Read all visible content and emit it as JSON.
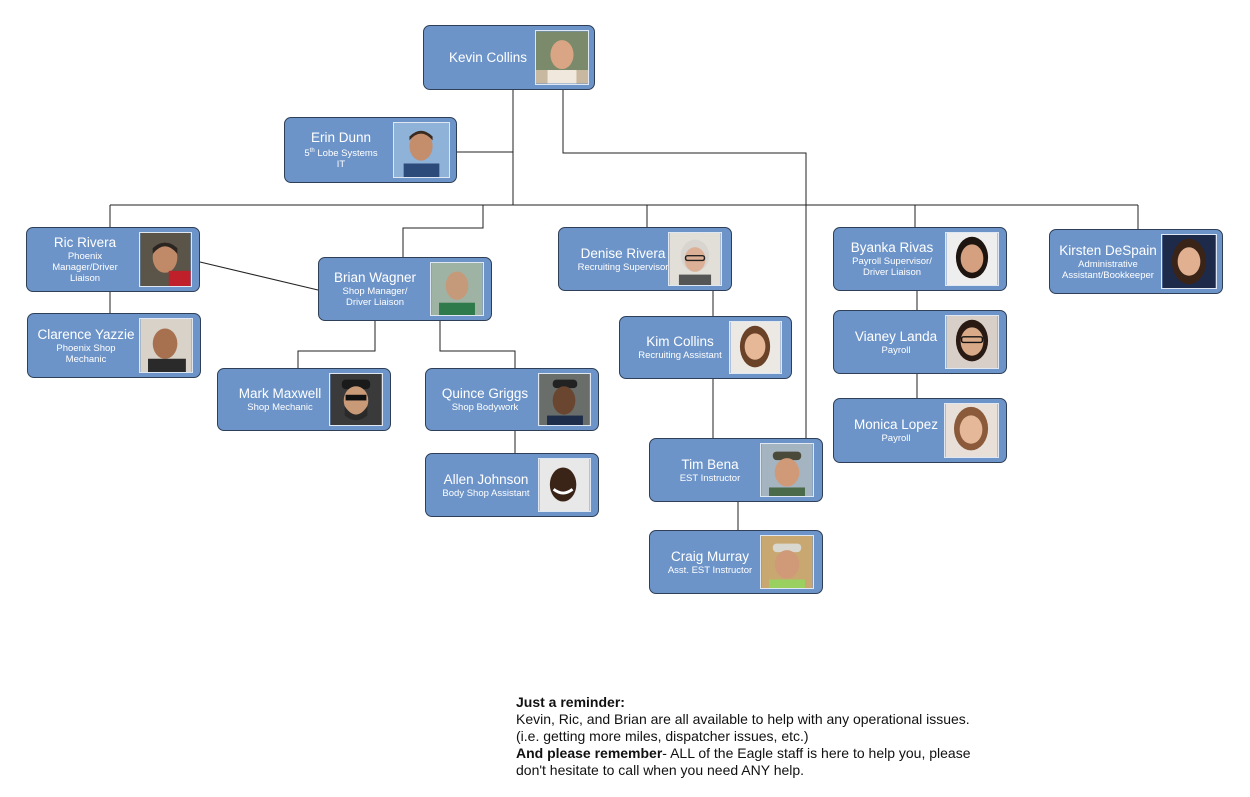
{
  "people": {
    "kevin": {
      "name": "Kevin Collins",
      "role": ""
    },
    "erin": {
      "name": "Erin Dunn",
      "role_sup_pre": "5",
      "role_sup": "th",
      "role": " Lobe Systems",
      "role2": "IT"
    },
    "ric": {
      "name": "Ric Rivera",
      "role": "Phoenix\nManager/Driver\nLiaison"
    },
    "clarence": {
      "name": "Clarence Yazzie",
      "role": "Phoenix Shop\nMechanic"
    },
    "brian": {
      "name": "Brian Wagner",
      "role": "Shop Manager/\nDriver Liaison"
    },
    "mark": {
      "name": "Mark Maxwell",
      "role": "Shop Mechanic"
    },
    "quince": {
      "name": "Quince Griggs",
      "role": "Shop Bodywork"
    },
    "allen": {
      "name": "Allen Johnson",
      "role": "Body Shop Assistant"
    },
    "denise": {
      "name": "Denise Rivera",
      "role": "Recruiting Supervisor"
    },
    "kim": {
      "name": "Kim Collins",
      "role": "Recruiting Assistant"
    },
    "tim": {
      "name": "Tim Bena",
      "role": "EST Instructor"
    },
    "craig": {
      "name": "Craig Murray",
      "role": "Asst. EST Instructor"
    },
    "byanka": {
      "name": "Byanka Rivas",
      "role": "Payroll Supervisor/\nDriver Liaison"
    },
    "vianey": {
      "name": "Vianey Landa",
      "role": "Payroll"
    },
    "monica": {
      "name": "Monica Lopez",
      "role": "Payroll"
    },
    "kirsten": {
      "name": "Kirsten DeSpain",
      "role": "Administrative\nAssistant/Bookkeeper"
    }
  },
  "reminder": {
    "heading": "Just a reminder:",
    "line1": "Kevin, Ric, and Brian are all available to help with any operational issues.",
    "line2": "(i.e. getting more miles, dispatcher issues, etc.)",
    "bold2": "And please remember",
    "line3": "- ALL of the Eagle staff is here to help you, please",
    "line4": "don't hesitate to call when you need ANY help."
  },
  "colors": {
    "box": "#6d94c9",
    "border": "#2e3f57",
    "line": "#222222"
  }
}
